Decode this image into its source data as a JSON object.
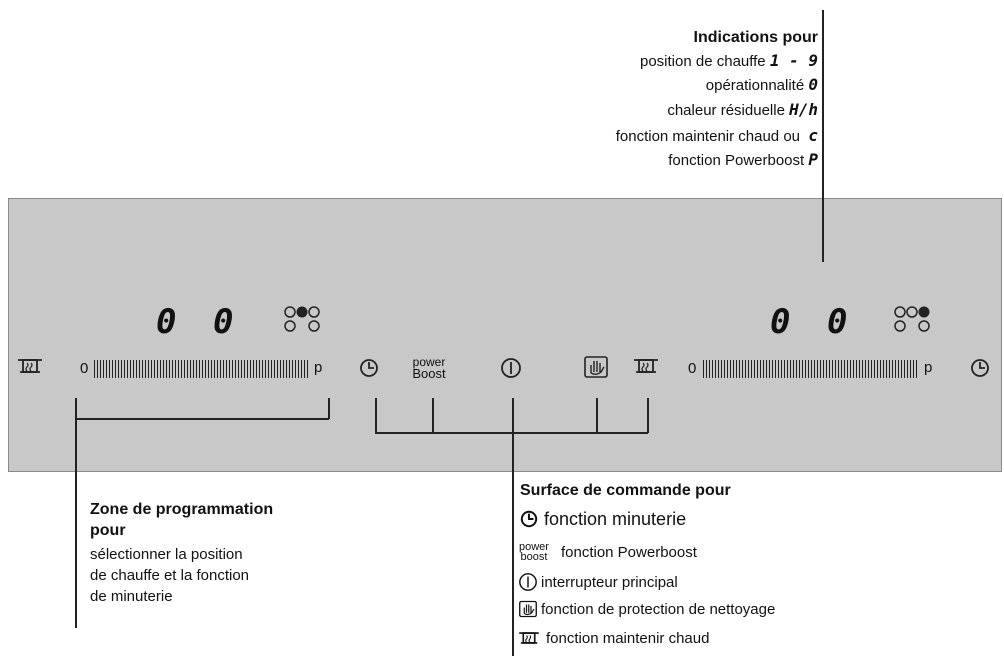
{
  "indications": {
    "title": "Indications pour",
    "lines": [
      {
        "text": "position de chauffe",
        "glyph": "1 - 9"
      },
      {
        "text": "opérationnalité",
        "glyph": "0"
      },
      {
        "text": "chaleur résiduelle",
        "glyph": "H/h"
      },
      {
        "text": "fonction maintenir chaud ou",
        "glyph": "c"
      },
      {
        "text": "fonction Powerboost",
        "glyph": "P"
      }
    ]
  },
  "panel": {
    "left_display": "0 0",
    "right_display": "0 0",
    "left_slider": {
      "min_label": "0",
      "max_label": "p"
    },
    "right_slider": {
      "min_label": "0",
      "max_label": "p"
    },
    "power_label": "power",
    "boost_label": "Boost"
  },
  "zone_callout": {
    "title_line1": "Zone de programmation",
    "title_line2": "pour",
    "lines": [
      "sélectionner la position",
      "de chauffe et la fonction",
      "de minuterie"
    ]
  },
  "surface_callout": {
    "title": "Surface de commande pour",
    "items": [
      {
        "icon": "clock-icon",
        "text": "fonction minuterie"
      },
      {
        "icon": "powerboost-icon",
        "prefix_top": "power",
        "prefix_bottom": "boost",
        "text": "fonction Powerboost"
      },
      {
        "icon": "power-switch-icon",
        "text": "interrupteur principal"
      },
      {
        "icon": "hand-wipe-icon",
        "text": "fonction de protection de nettoyage"
      },
      {
        "icon": "keep-warm-icon",
        "text": "fonction maintenir chaud"
      }
    ]
  }
}
